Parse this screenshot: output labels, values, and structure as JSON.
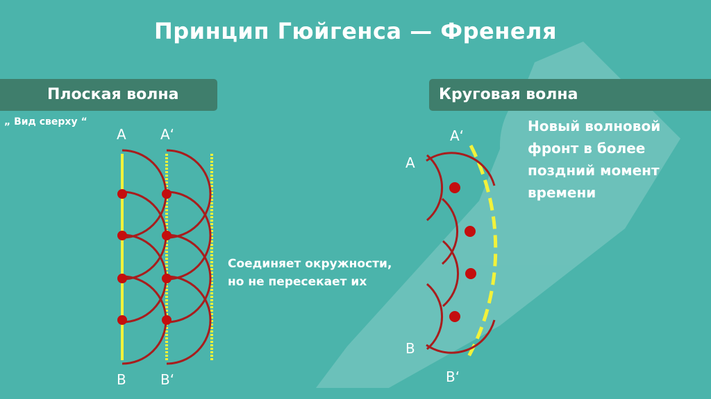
{
  "title": "Принцип Гюйгенса — Френеля",
  "plane_section": {
    "heading": "Плоская волна",
    "top_view_note": "„ Вид сверху “",
    "label_a": "A",
    "label_a_prime": "A‘",
    "label_b": "B",
    "label_b_prime": "B‘",
    "description_line1": "Соединяет окружности,",
    "description_line2": "но не пересекает их"
  },
  "circular_section": {
    "heading": "Круговая волна",
    "label_a": "A",
    "label_a_prime": "A‘",
    "label_b": "B",
    "label_b_prime": "B‘",
    "new_front_line1": "Новый волновой",
    "new_front_line2": "фронт в более",
    "new_front_line3": "поздний момент",
    "new_front_line4": "времени"
  },
  "colors": {
    "background": "#4bb4ab",
    "banner": "#3f7e6c",
    "wavelet": "#a81d1d",
    "source_dot": "#c40e0e",
    "wavefront": "#f2f23a",
    "text": "#ffffff"
  }
}
